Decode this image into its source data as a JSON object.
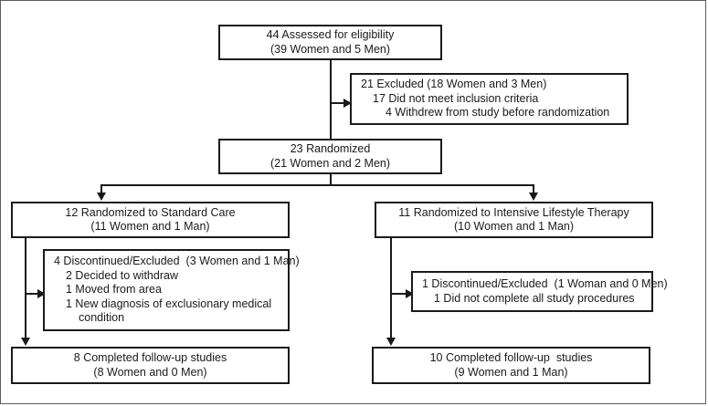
{
  "figure": {
    "type": "consort-flow-diagram",
    "background_color": "#ffffff",
    "line_color": "#1a1a1a",
    "frame_color": "#5b5b5b"
  },
  "nodes": {
    "assessed": {
      "line1": "44 Assessed for eligibility",
      "line2": "(39 Women and 5 Men)"
    },
    "excluded": {
      "line1": "21 Excluded (18 Women and 3 Men)",
      "line2": "17 Did not meet inclusion criteria",
      "line3": "4 Withdrew from study before randomization"
    },
    "randomized": {
      "line1": "23 Randomized",
      "line2": "(21 Women and 2 Men)"
    },
    "arm_standard": {
      "line1": "12 Randomized to Standard Care",
      "line2": "(11 Women and 1 Man)"
    },
    "arm_intensive": {
      "line1": "11 Randomized to Intensive Lifestyle Therapy",
      "line2": "(10 Women and 1 Man)"
    },
    "discontinued_standard": {
      "line1": "4 Discontinued/Excluded  (3 Women and 1 Man)",
      "line2": "2 Decided to withdraw",
      "line3": "1 Moved from area",
      "line4": "1 New diagnosis of exclusionary medical",
      "line5": "condition"
    },
    "discontinued_intensive": {
      "line1": "1 Discontinued/Excluded  (1 Woman and 0 Men)",
      "line2": "1 Did not complete all study procedures"
    },
    "completed_standard": {
      "line1": "8 Completed follow-up studies",
      "line2": "(8 Women and 0 Men)"
    },
    "completed_intensive": {
      "line1": "10 Completed follow-up  studies",
      "line2": "(9 Women and 1 Man)"
    }
  }
}
